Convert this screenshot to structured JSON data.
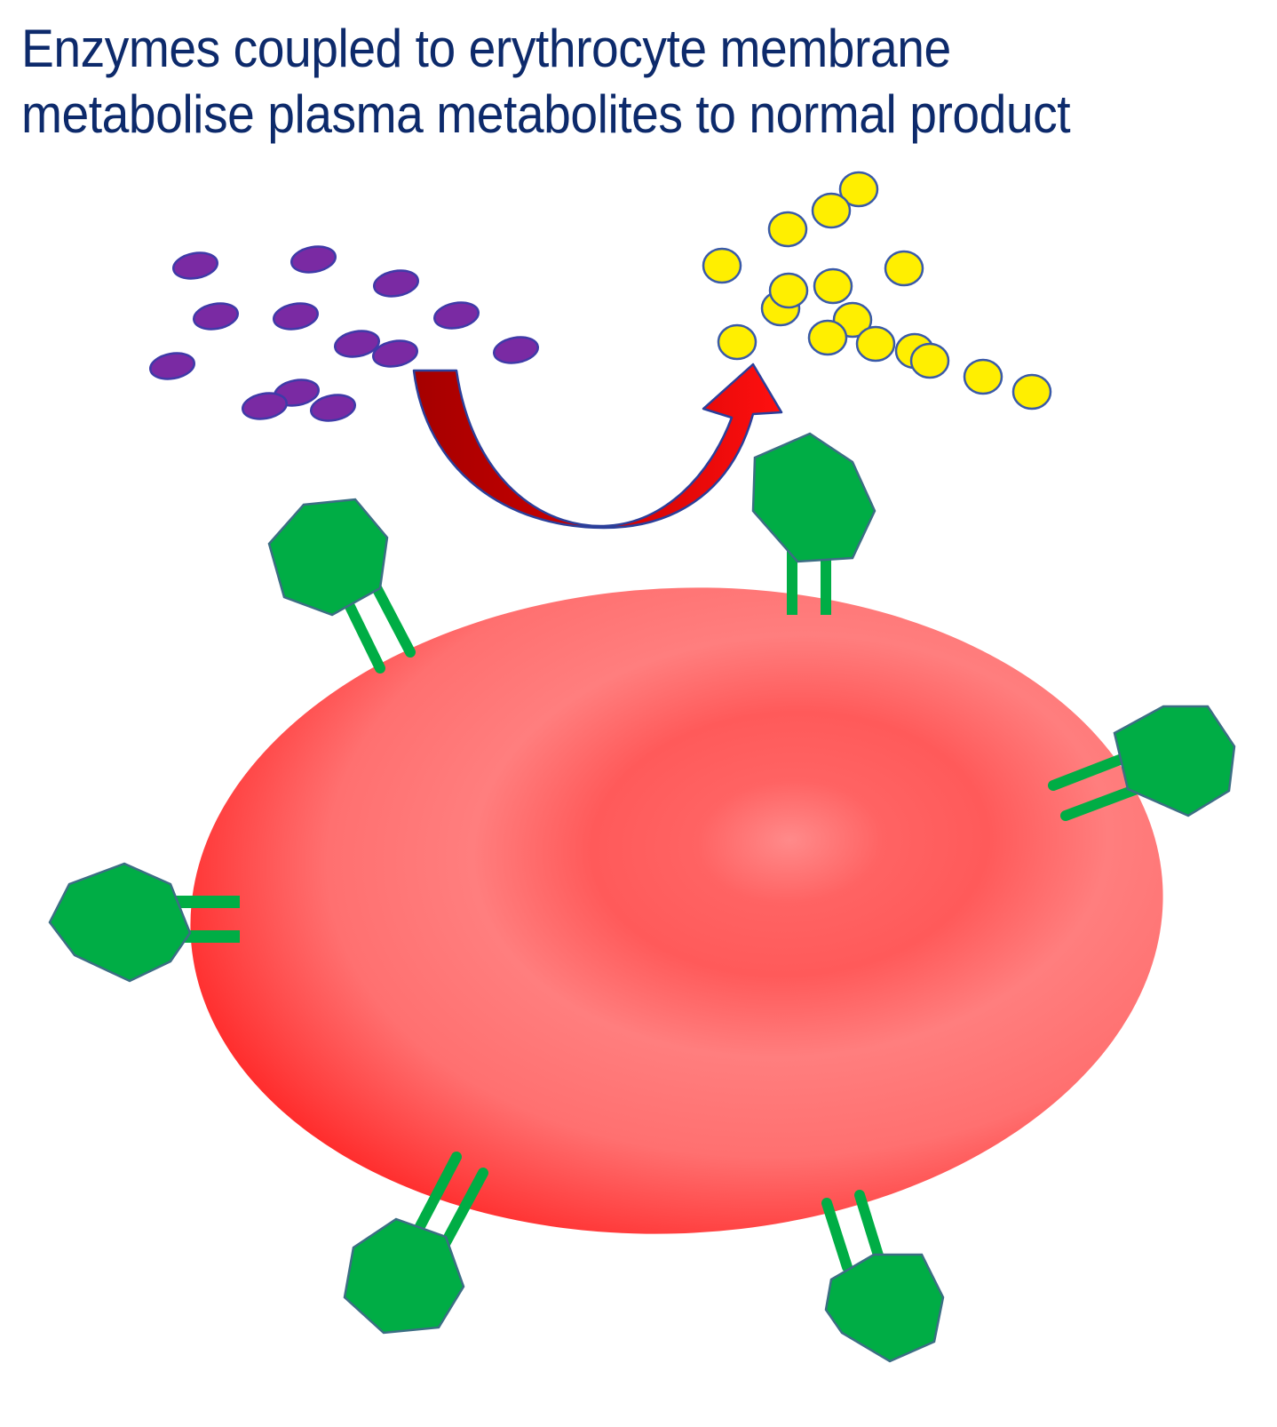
{
  "title": {
    "line1": "Enzymes coupled to erythrocyte membrane",
    "line2": "metabolise plasma metabolites to normal product"
  },
  "colors": {
    "title_text": "#0d2a6b",
    "metabolite_fill": "#7a2aa3",
    "metabolite_stroke": "#3f3aa8",
    "product_fill": "#ffef00",
    "product_stroke": "#3a5aa8",
    "enzyme_fill": "#00ad45",
    "enzyme_stroke": "#3c6e84",
    "linker": "#00ad45",
    "erythrocyte_light": "#ff8787",
    "erythrocyte_mid": "#ff5a5a",
    "erythrocyte_edge": "#ff1a1a",
    "arrow_dark": "#a80000",
    "arrow_light": "#ff0000",
    "arrow_outline": "#2b3f9a"
  },
  "elements": {
    "metabolites": "plasma metabolite molecules (purple ovals)",
    "products": "normal product molecules (yellow circles)",
    "enzymes": "membrane-coupled enzymes (green heptagons with linkers)",
    "cell": "erythrocyte",
    "arrow": "conversion arrow"
  }
}
